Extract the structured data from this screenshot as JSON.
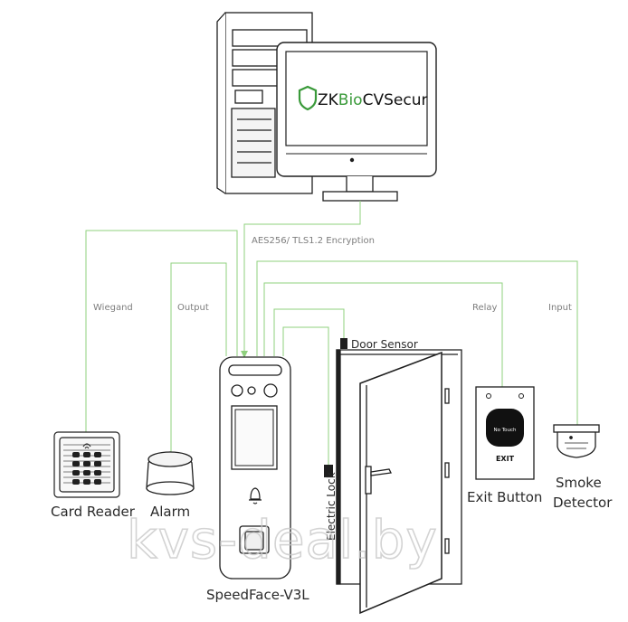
{
  "software": {
    "brand_prefix": "ZK",
    "brand_bio": "Bio",
    "brand_suffix": "CVSecur"
  },
  "connections": {
    "encryption": "AES256/ TLS1.2 Encryption",
    "wiegand": "Wiegand",
    "output": "Output",
    "relay": "Relay",
    "input": "Input"
  },
  "devices": {
    "card_reader": "Card Reader",
    "alarm": "Alarm",
    "terminal": "SpeedFace-V3L",
    "door_sensor": "Door Sensor",
    "electric_lock": "Electric Lock",
    "exit_button": "Exit Button",
    "exit_button_face": "No Touch",
    "exit_button_text": "EXIT",
    "smoke_detector_line1": "Smoke",
    "smoke_detector_line2": "Detector"
  },
  "watermark": "kvs-deal.by",
  "colors": {
    "wire": "#8fd07e",
    "brand_green": "#3a9a3a",
    "outline": "#1f1f1f"
  }
}
